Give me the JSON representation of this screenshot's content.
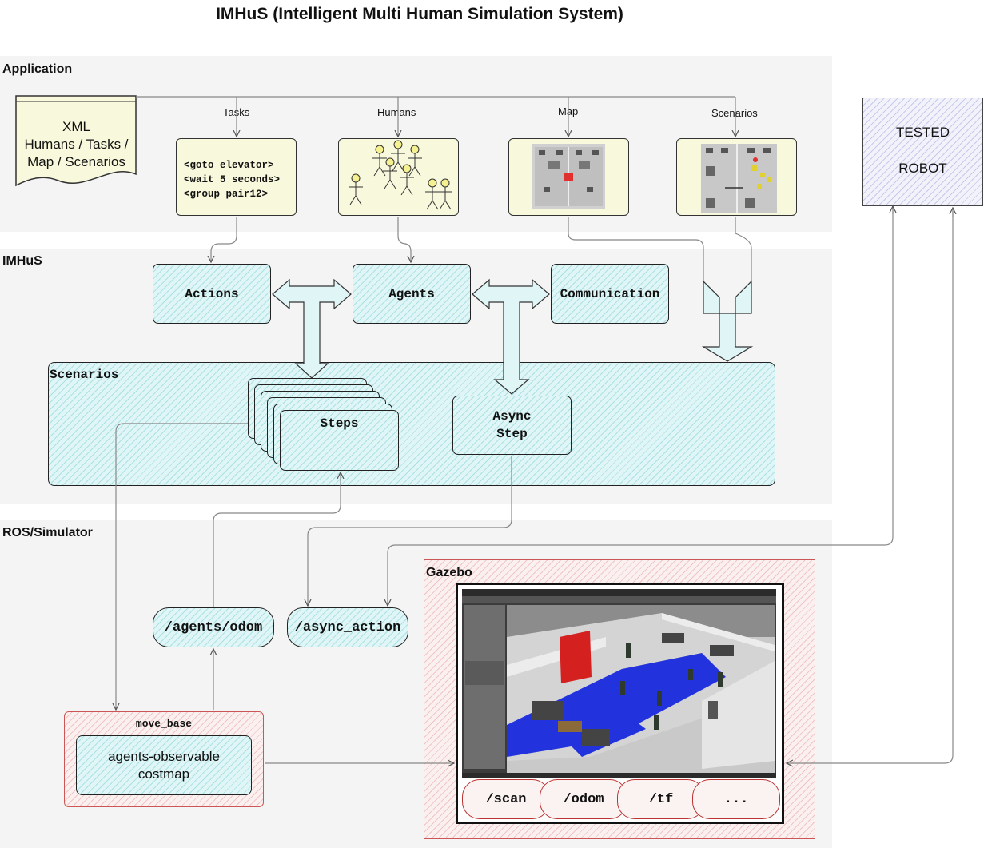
{
  "title": "IMHuS (Intelligent Multi Human Simulation System)",
  "layers": {
    "application": "Application",
    "imhus": "IMHuS",
    "ros": "ROS/Simulator"
  },
  "xml_doc": {
    "line1": "XML",
    "line2": "Humans / Tasks /",
    "line3": "Map / Scenarios"
  },
  "inputs": {
    "tasks": "Tasks",
    "humans": "Humans",
    "map": "Map",
    "scenarios": "Scenarios"
  },
  "tasks_code": [
    "<goto elevator>",
    "<wait 5 seconds>",
    "<group pair12>"
  ],
  "robot": {
    "line1": "TESTED",
    "line2": "ROBOT"
  },
  "imhus_boxes": {
    "actions": "Actions",
    "agents": "Agents",
    "communication": "Communication"
  },
  "scenarios": {
    "label": "Scenarios",
    "steps": "Steps",
    "async_line1": "Async",
    "async_line2": "Step"
  },
  "topics": {
    "agents_odom": "/agents/odom",
    "async_action": "/async_action"
  },
  "move_base": {
    "label": "move_base",
    "costmap_line1": "agents-observable",
    "costmap_line2": "costmap"
  },
  "gazebo": {
    "label": "Gazebo",
    "topics": [
      "/scan",
      "/odom",
      "/tf",
      "..."
    ]
  },
  "colors": {
    "cyan": "#dff5f6",
    "red_border": "#cc5555",
    "yellow": "#f8f8dc",
    "layer_bg": "#f4f4f4"
  },
  "icons": [
    "document-icon",
    "stick-figure-icon",
    "map-thumbnail-icon",
    "scenario-thumbnail-icon",
    "simulator-screenshot-icon",
    "double-arrow-icon"
  ]
}
